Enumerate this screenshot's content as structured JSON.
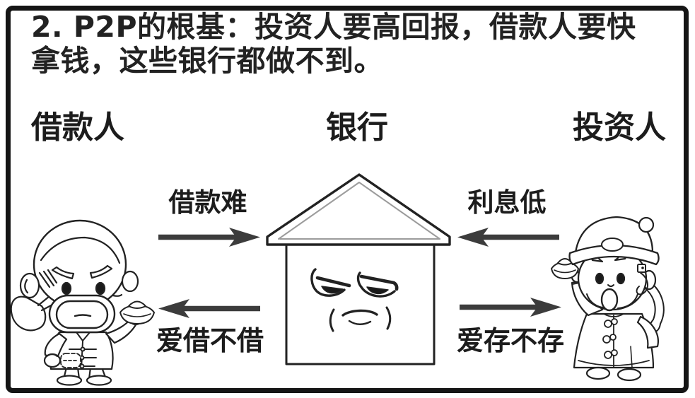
{
  "title": "2. P2P的根基：投资人要高回报，借款人要快拿钱，这些银行都做不到。",
  "roles": {
    "borrower": "借款人",
    "bank": "银行",
    "investor": "投资人"
  },
  "flows": {
    "borrowing_hard": {
      "label": "借款难",
      "from": "借款人",
      "to": "银行",
      "direction": "right"
    },
    "interest_low": {
      "label": "利息低",
      "from": "投资人",
      "to": "银行",
      "direction": "left"
    },
    "lend_or_not": {
      "label": "爱借不借",
      "from": "银行",
      "to": "借款人",
      "direction": "left"
    },
    "deposit_or_not": {
      "label": "爱存不存",
      "from": "银行",
      "to": "投资人",
      "direction": "right"
    }
  },
  "illustrations": {
    "bank": "unamused-face-bank-house",
    "borrower": "angry-old-man-with-bundle-and-gold-ingot",
    "investor": "hatted-rich-man-holding-up-gold-ingot"
  },
  "colors": {
    "background": "#ffffff",
    "ink": "#222222",
    "arrow": "#3c3c3c",
    "frame": "#151515",
    "roof_inner_line": "#9c9c9c"
  }
}
